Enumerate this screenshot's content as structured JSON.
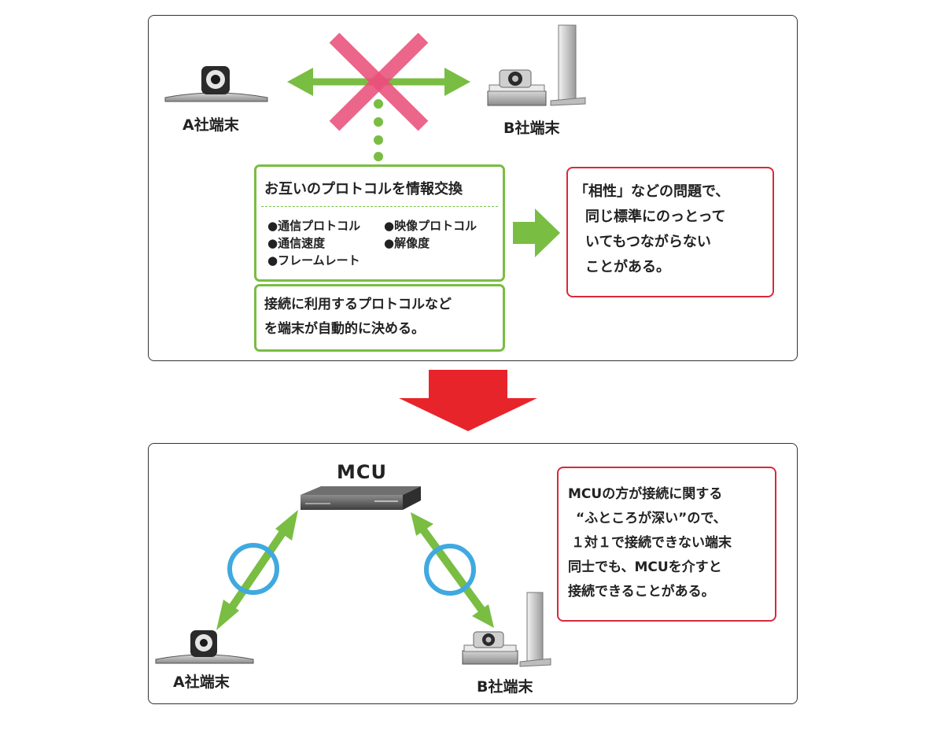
{
  "top": {
    "terminal_a": "A社端末",
    "terminal_b": "B社端末",
    "negotiation": {
      "title": "お互いのプロトコルを情報交換",
      "items": [
        "●通信プロトコル",
        "●映像プロトコル",
        "●通信速度",
        "●解像度",
        "●フレームレート"
      ]
    },
    "auto_note": [
      "接続に利用するプロトコルなど",
      "を端末が自動的に決める。"
    ],
    "problem_note": [
      "「相性」などの問題で、",
      "同じ標準にのっとって",
      "いてもつながらない",
      "ことがある。"
    ]
  },
  "bottom": {
    "mcu_label": "MCU",
    "terminal_a": "A社端末",
    "terminal_b": "B社端末",
    "note": [
      "MCUの方が接続に関する",
      "“ふところが深い”ので、",
      "１対１で接続できない端末",
      "同士でも、MCUを介すと",
      "接続できることがある。"
    ]
  },
  "colors": {
    "green": "#79bd42",
    "red": "#d8293a",
    "arrow_red": "#e8242b",
    "pink_cross": "#e9507a",
    "blue_ring": "#3fa9e0"
  },
  "icons": {
    "camera_a": "videoconference-camera-icon",
    "camera_b": "videoconference-unit-icon",
    "mcu": "mcu-device-icon",
    "cross": "x-mark-icon",
    "ring": "circle-ok-icon"
  }
}
